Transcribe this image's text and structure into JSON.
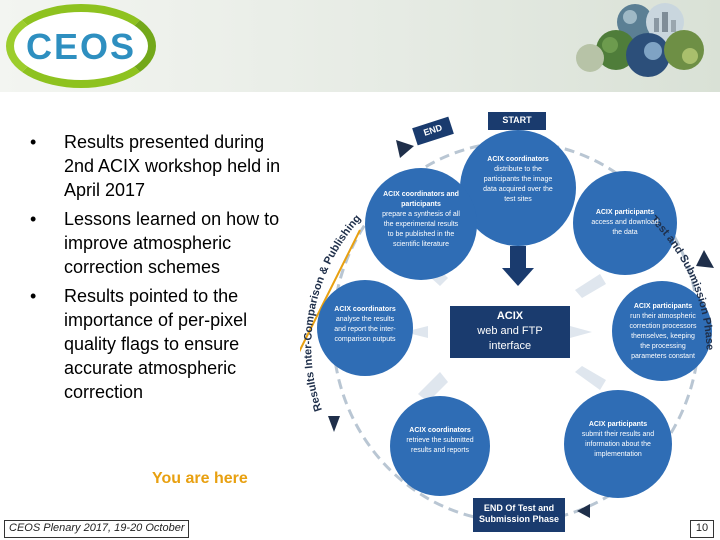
{
  "logo": {
    "text": "CEOS"
  },
  "bullets": [
    "Results presented during 2nd ACIX workshop held in April 2017",
    "Lessons learned on how to improve atmospheric correction schemes",
    "Results pointed to the importance of per-pixel quality flags to ensure accurate atmospheric correction"
  ],
  "bullet_glyph": "•",
  "you_are_here": "You are here",
  "footer": "CEOS Plenary 2017, 19-20 October",
  "page_number": "10",
  "diagram": {
    "start": "START",
    "end": "END",
    "end_test": "END Of Test and Submission Phase",
    "arc_left": "Results Inter-Comparison & Publishing",
    "arc_right": "Test and Submission Phase",
    "center": [
      "ACIX",
      "web and FTP",
      "interface"
    ],
    "nodes": {
      "distribute": {
        "title": "ACIX coordinators",
        "body": "distribute to the participants the image data acquired over the test sites"
      },
      "access": {
        "title": "ACIX participants",
        "body": "access and download the data"
      },
      "run": {
        "title": "ACIX participants",
        "body": "run their atmospheric correction processors themselves, keeping the processing parameters constant"
      },
      "submit": {
        "title": "ACIX participants",
        "body": "submit their results and information about the implementation"
      },
      "retrieve": {
        "title": "ACIX coordinators",
        "body": "retrieve the submitted results and reports"
      },
      "analyse": {
        "title": "ACIX coordinators",
        "body": "analyse the results and report the inter-comparison outputs"
      },
      "synthesis": {
        "title": "ACIX coordinators and participants",
        "body": "prepare a synthesis of all the experimental results to be published in the scientific literature"
      }
    }
  },
  "colors": {
    "node_blue": "#2f6db5",
    "dark_box": "#1a3b6e",
    "accent_orange": "#e8a010",
    "logo_green": "#8ec21f",
    "logo_blue": "#2e8fc0"
  }
}
